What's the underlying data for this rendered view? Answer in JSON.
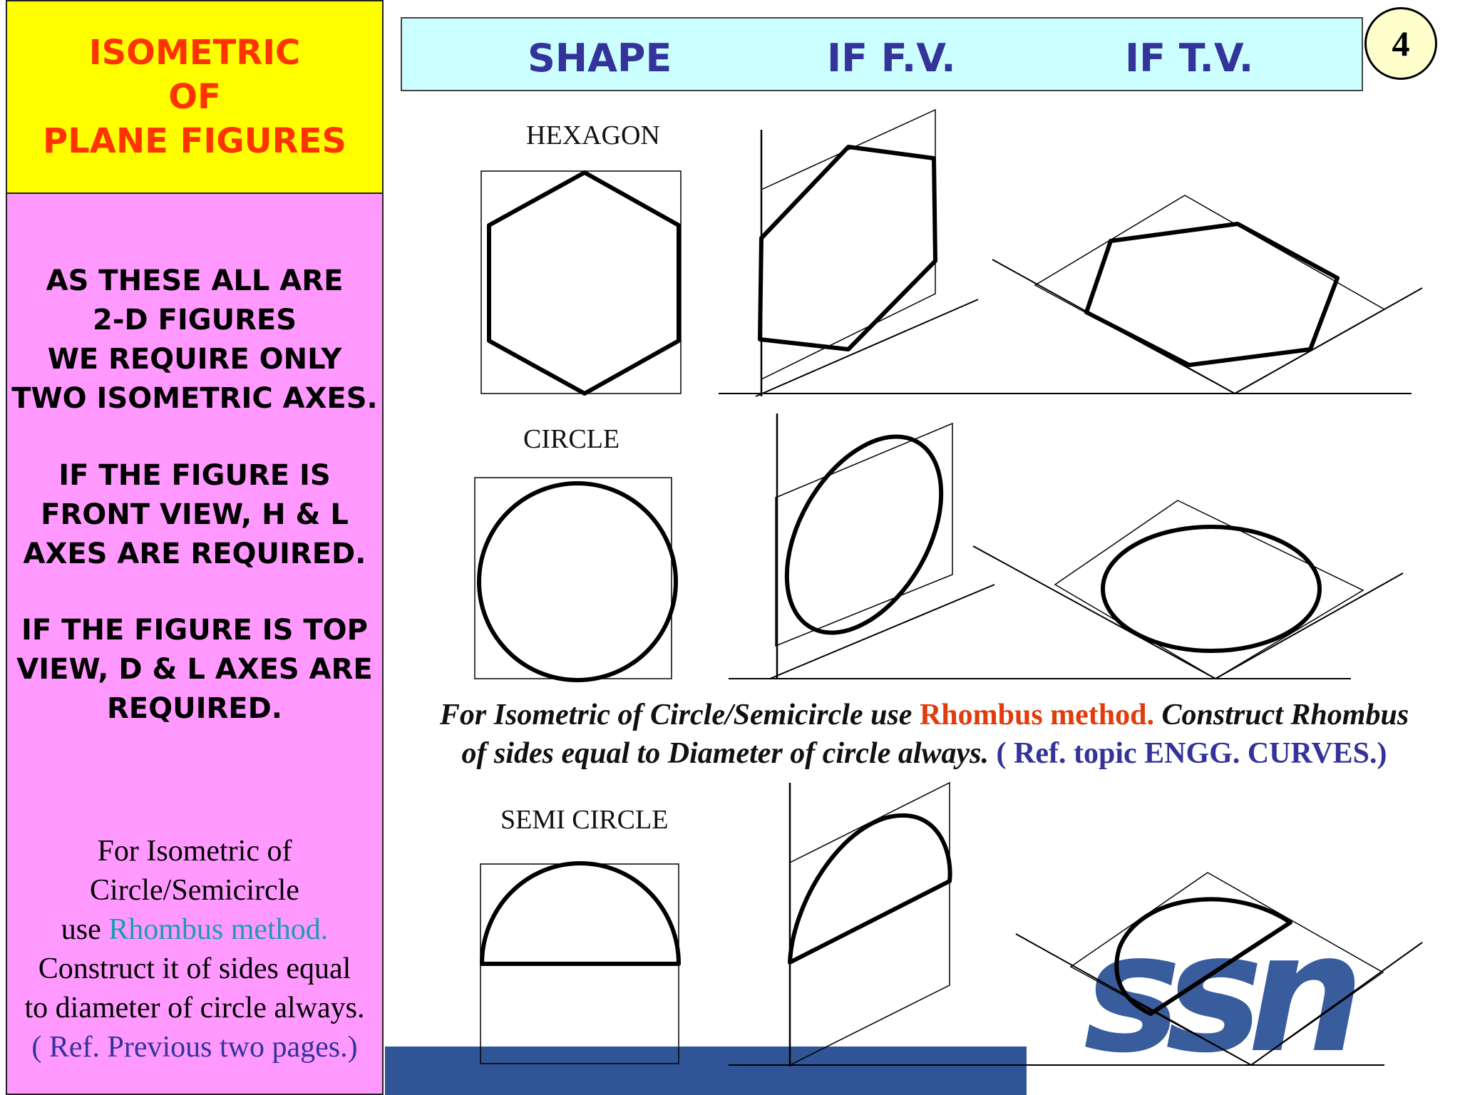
{
  "title": {
    "line1": "ISOMETRIC",
    "line2": "OF",
    "line3": "PLANE FIGURES"
  },
  "side_panel": {
    "para1": [
      "AS THESE ALL ARE",
      "2-D FIGURES",
      "WE REQUIRE ONLY",
      "TWO ISOMETRIC AXES."
    ],
    "para2": [
      "IF THE FIGURE IS",
      "FRONT VIEW, H & L",
      "AXES ARE REQUIRED."
    ],
    "para3": [
      "IF THE FIGURE IS TOP",
      "VIEW,  D & L AXES ARE",
      "REQUIRED."
    ],
    "note": {
      "line1": "For Isometric of",
      "line2": "Circle/Semicircle",
      "line3_pre": "use ",
      "line3_highlight": "Rhombus  method.",
      "line4": "Construct it of sides equal",
      "line5": "to diameter of circle always.",
      "line6": "( Ref. Previous two pages.)"
    }
  },
  "header": {
    "col1": "SHAPE",
    "col2": "IF F.V.",
    "col3": "IF T.V."
  },
  "page_number": "4",
  "shapes": {
    "hexagon": "HEXAGON",
    "circle": "CIRCLE",
    "semicircle": "SEMI CIRCLE"
  },
  "main_note": {
    "part1": "For Isometric of Circle/Semicircle use ",
    "part2": "Rhombus  method.",
    "part3": " Construct Rhombus",
    "part4": "of sides equal to Diameter of circle always. ",
    "part5": "( Ref. topic ENGG. CURVES.)"
  },
  "logo_text": "ssn",
  "colors": {
    "title_bg": "#ffff00",
    "title_text": "#ff3300",
    "side_bg": "#ff99ff",
    "header_bg": "#ccffff",
    "header_text": "#333399",
    "highlight_red": "#e03c0c",
    "highlight_teal": "#1d9bb5",
    "logo_blue": "#2f5597"
  }
}
